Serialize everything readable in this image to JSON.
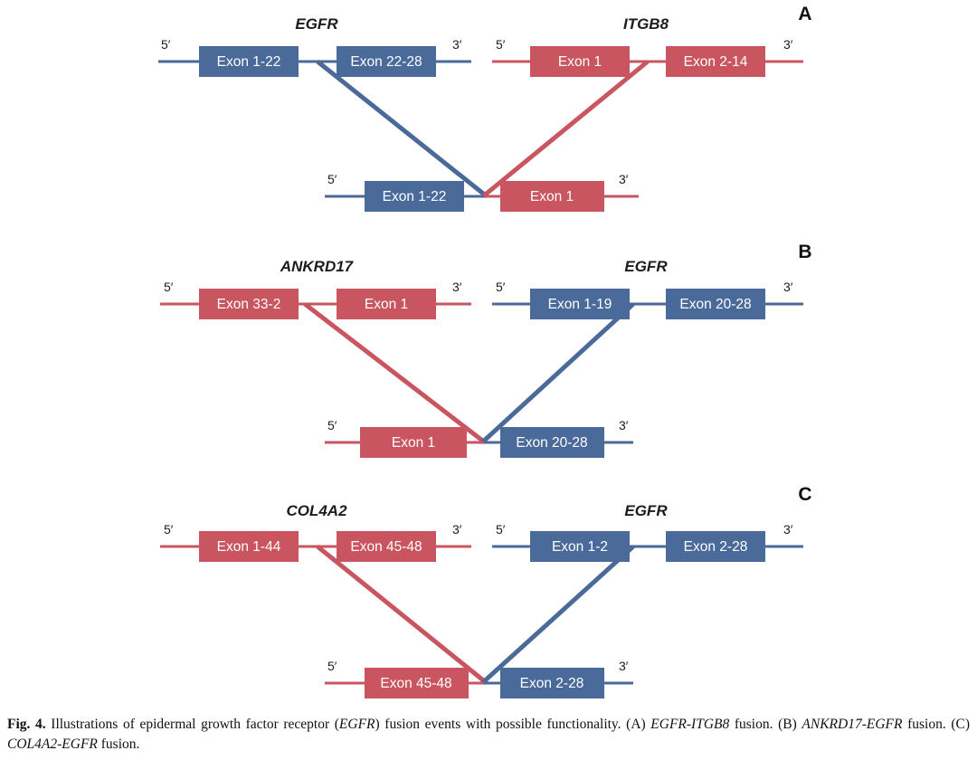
{
  "figure": {
    "label": "Fig. 4.",
    "caption_parts": [
      {
        "text": "Illustrations of epidermal growth factor receptor (",
        "style": "normal"
      },
      {
        "text": "EGFR",
        "style": "italic"
      },
      {
        "text": ") fusion events with possible functionality. (A) ",
        "style": "normal"
      },
      {
        "text": "EGFR-ITGB8",
        "style": "italic"
      },
      {
        "text": " fusion. (B) ",
        "style": "normal"
      },
      {
        "text": "ANKRD17-EGFR",
        "style": "italic"
      },
      {
        "text": " fusion. (C) ",
        "style": "normal"
      },
      {
        "text": "COL4A2-EGFR",
        "style": "italic"
      },
      {
        "text": " fusion.",
        "style": "normal"
      }
    ],
    "caption_plain": "Fig. 4. Illustrations of epidermal growth factor receptor (EGFR) fusion events with possible functionality. (A) EGFR-ITGB8 fusion. (B) ANKRD17-EGFR fusion. (C) COL4A2-EGFR fusion."
  },
  "colors": {
    "blue": "#4a6a99",
    "red": "#c8555f",
    "blue_line": "#4a6a99",
    "red_line": "#c8555f",
    "text_dark": "#1c1c1c",
    "background": "#ffffff"
  },
  "prime_marks": {
    "five": "5′",
    "three": "3′"
  },
  "panels": [
    {
      "letter": "A",
      "fusion_name": "EGFR-ITGB8",
      "genes": [
        {
          "name": "EGFR",
          "color": "blue",
          "side": "left",
          "exons": [
            "Exon 1-22",
            "Exon 22-28"
          ]
        },
        {
          "name": "ITGB8",
          "color": "red",
          "side": "right",
          "exons": [
            "Exon 1",
            "Exon 2-14"
          ]
        }
      ],
      "fusion": {
        "exons": [
          {
            "label": "Exon 1-22",
            "color": "blue"
          },
          {
            "label": "Exon 1",
            "color": "red"
          }
        ]
      }
    },
    {
      "letter": "B",
      "fusion_name": "ANKRD17-EGFR",
      "genes": [
        {
          "name": "ANKRD17",
          "color": "red",
          "side": "left",
          "exons": [
            "Exon 33-2",
            "Exon 1"
          ]
        },
        {
          "name": "EGFR",
          "color": "blue",
          "side": "right",
          "exons": [
            "Exon 1-19",
            "Exon 20-28"
          ]
        }
      ],
      "fusion": {
        "exons": [
          {
            "label": "Exon 1",
            "color": "red"
          },
          {
            "label": "Exon 20-28",
            "color": "blue"
          }
        ]
      }
    },
    {
      "letter": "C",
      "fusion_name": "COL4A2-EGFR",
      "genes": [
        {
          "name": "COL4A2",
          "color": "red",
          "side": "left",
          "exons": [
            "Exon 1-44",
            "Exon 45-48"
          ]
        },
        {
          "name": "EGFR",
          "color": "blue",
          "side": "right",
          "exons": [
            "Exon 1-2",
            "Exon 2-28"
          ]
        }
      ],
      "fusion": {
        "exons": [
          {
            "label": "Exon 45-48",
            "color": "red"
          },
          {
            "label": "Exon 2-28",
            "color": "blue"
          }
        ]
      }
    }
  ]
}
